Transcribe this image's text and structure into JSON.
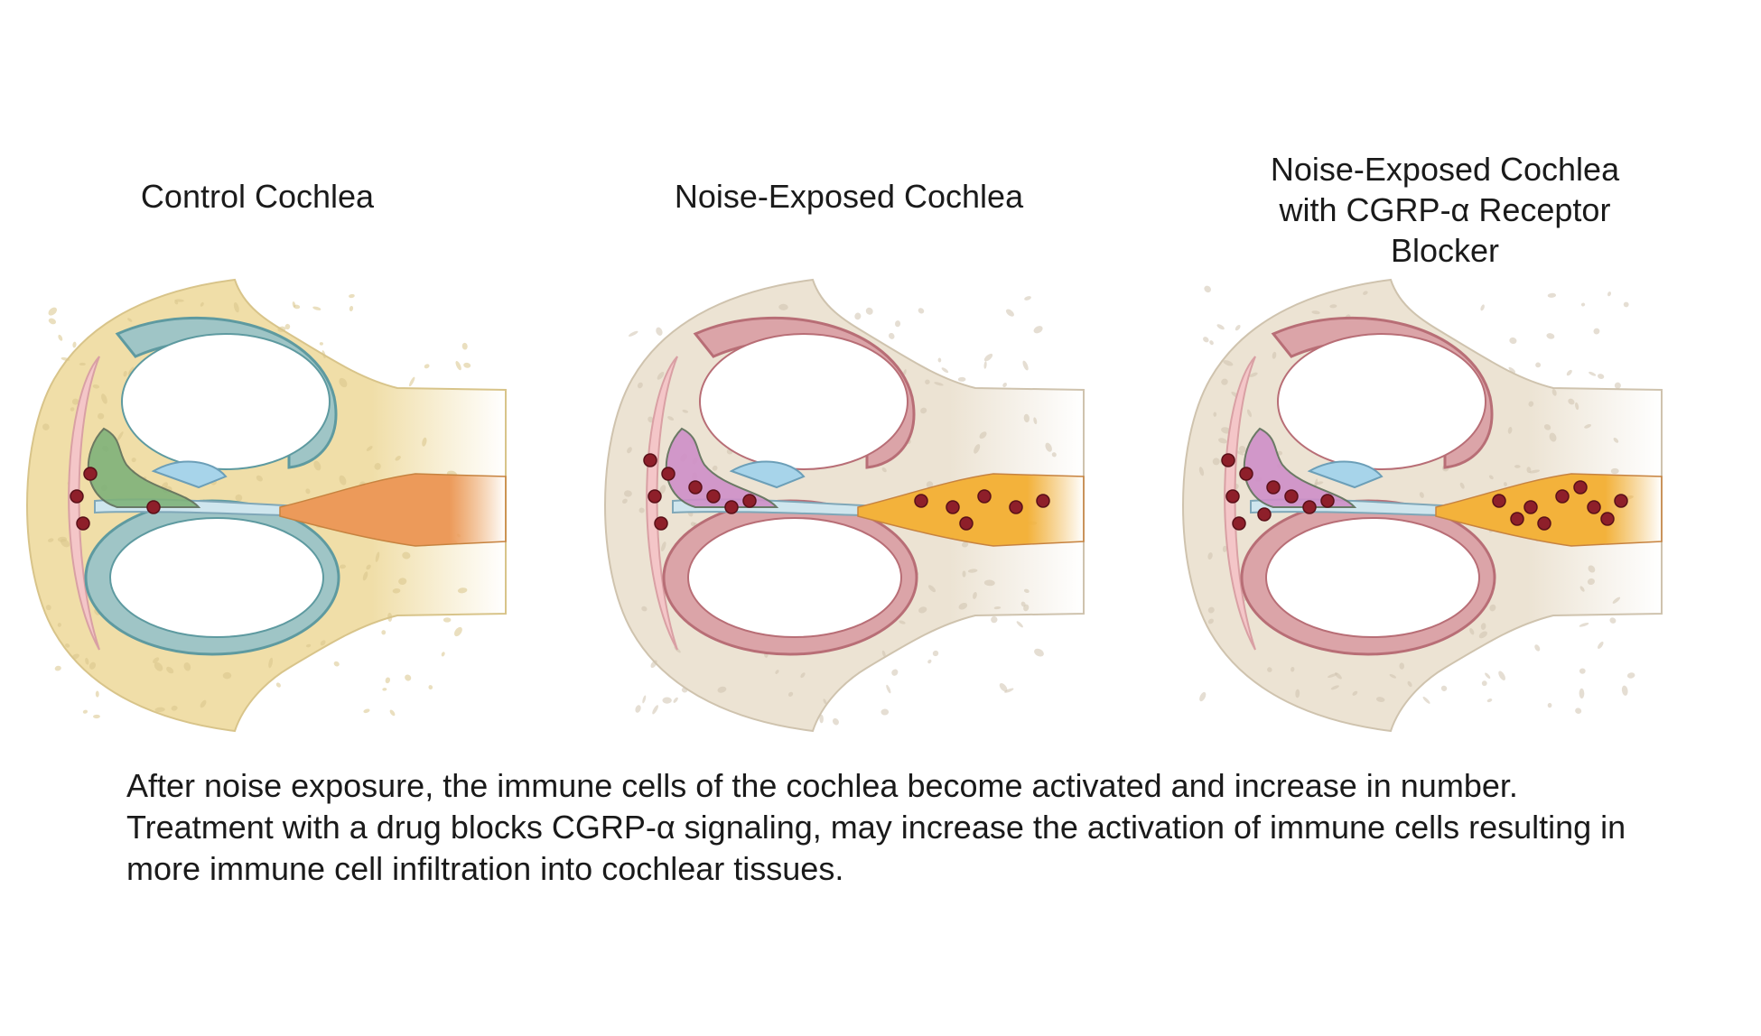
{
  "panels": [
    {
      "title": "Control Cochlea",
      "bone": "#f0dea8",
      "bone_stroke": "#d8c48a",
      "duct": "#9fc5c6",
      "duct_stroke": "#5e9aa0",
      "organ": "#7fb27a",
      "nerve": "#ec9a5a",
      "immune_cells": 4
    },
    {
      "title": "Noise-Exposed Cochlea",
      "bone": "#ece3d3",
      "bone_stroke": "#cfc3ae",
      "duct": "#dba4a8",
      "duct_stroke": "#b86e76",
      "organ": "#cf8fc8",
      "nerve": "#f3b23b",
      "immune_cells": 14
    },
    {
      "title": "Noise-Exposed Cochlea with CGRP-α Receptor Blocker",
      "title_lines": [
        "Noise-Exposed Cochlea",
        "with CGRP-α Receptor",
        "Blocker"
      ],
      "bone": "#ece3d3",
      "bone_stroke": "#cfc3ae",
      "duct": "#dba4a8",
      "duct_stroke": "#b86e76",
      "organ": "#cf8fc8",
      "nerve": "#f3b23b",
      "immune_cells": 18
    }
  ],
  "caption": "After noise exposure, the immune cells of the cochlea become activated and increase in number. Treatment with a drug blocks CGRP-α signaling, may increase the activation of immune cells resulting in more immune cell infiltration into cochlear tissues."
}
